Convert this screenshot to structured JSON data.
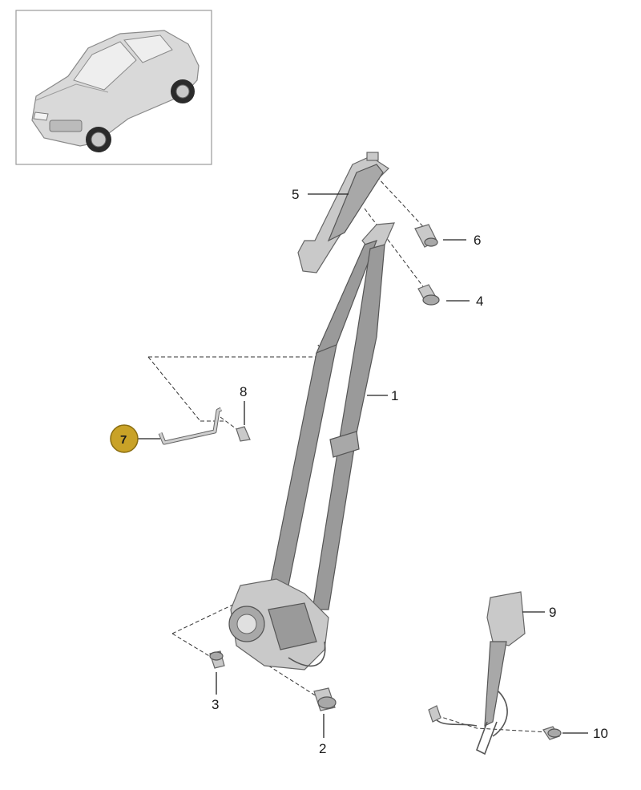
{
  "callouts": [
    {
      "id": "1",
      "label": "1"
    },
    {
      "id": "2",
      "label": "2"
    },
    {
      "id": "3",
      "label": "3"
    },
    {
      "id": "4",
      "label": "4"
    },
    {
      "id": "5",
      "label": "5"
    },
    {
      "id": "6",
      "label": "6"
    },
    {
      "id": "7",
      "label": "7",
      "highlighted": true
    },
    {
      "id": "8",
      "label": "8"
    },
    {
      "id": "9",
      "label": "9"
    },
    {
      "id": "10",
      "label": "10"
    }
  ],
  "colors": {
    "highlight_fill": "#c9a227",
    "highlight_stroke": "#8a6d10",
    "part_gray": "#9a9a9a",
    "thumbnail_border": "#999999"
  },
  "icons": {
    "thumbnail": "suv-car-icon"
  }
}
